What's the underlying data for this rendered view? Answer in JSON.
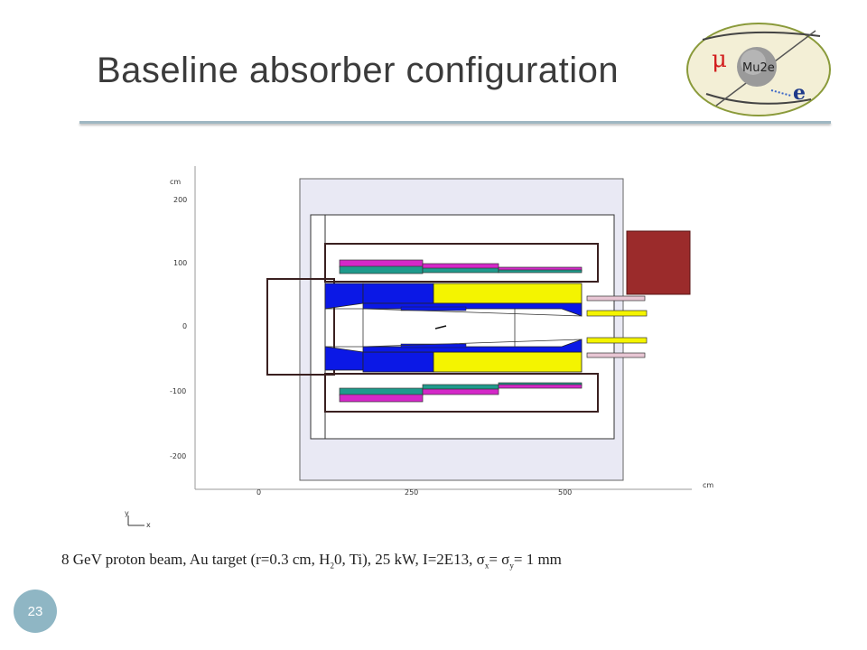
{
  "slide": {
    "title": "Baseline absorber configuration",
    "number": "23",
    "caption": {
      "p1": "8 GeV proton beam, Au target (r=0.3 cm, H",
      "sub1": "2",
      "p2": "0, Ti), 25 kW, I=2E13, σ",
      "sub2": "x",
      "p3": "= σ",
      "sub3": "y",
      "p4": "= 1 mm"
    }
  },
  "logo": {
    "mu": "μ",
    "text": "Mu2e",
    "e": "e"
  },
  "diagram": {
    "y_unit": "cm",
    "x_unit": "cm",
    "y_ticks": [
      "200",
      "100",
      "0",
      "-100",
      "-200"
    ],
    "x_ticks": [
      "0",
      "250",
      "500"
    ],
    "axis_x": "x",
    "axis_y": "y",
    "colors": {
      "shield_fill": "#e9e9f4",
      "blue": "#0b18e6",
      "yellow": "#f4f400",
      "magenta": "#d428c8",
      "teal": "#1f9a8c",
      "dark_red": "#9b2b2b",
      "pink": "#e8c6d4",
      "outline": "#3a2020"
    }
  }
}
